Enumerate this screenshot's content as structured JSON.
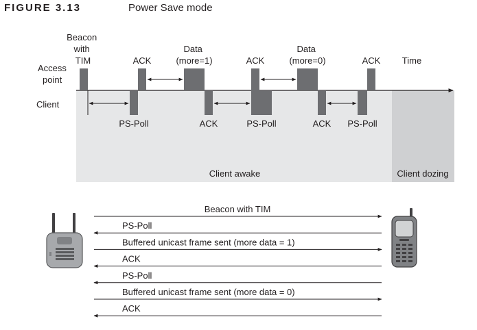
{
  "figure": {
    "label": "FIGURE 3.13",
    "title": "Power Save mode"
  },
  "timeline": {
    "access_point_label": [
      "Access",
      "point"
    ],
    "client_label": "Client",
    "time_label": "Time",
    "beacon_label": [
      "Beacon",
      "with",
      "TIM"
    ],
    "ap_labels": {
      "ack1": "ACK",
      "data1": [
        "Data",
        "(more=1)"
      ],
      "ack2": "ACK",
      "data2": [
        "Data",
        "(more=0)"
      ],
      "ack3": "ACK"
    },
    "client_labels": {
      "pspoll1": "PS-Poll",
      "ack1": "ACK",
      "pspoll2": "PS-Poll",
      "ack2": "ACK",
      "pspoll3": "PS-Poll"
    },
    "awake_label": "Client awake",
    "dozing_label": "Client dozing"
  },
  "exchange": {
    "messages": [
      {
        "label": "Beacon with TIM",
        "direction": "to-client"
      },
      {
        "label": "PS-Poll",
        "direction": "to-ap"
      },
      {
        "label": "Buffered unicast frame sent (more data = 1)",
        "direction": "to-client"
      },
      {
        "label": "ACK",
        "direction": "to-ap"
      },
      {
        "label": "PS-Poll",
        "direction": "to-ap"
      },
      {
        "label": "Buffered unicast frame sent (more data = 0)",
        "direction": "to-client"
      },
      {
        "label": "ACK",
        "direction": "to-ap"
      }
    ],
    "devices": {
      "ap": "access-point-device",
      "client": "mobile-phone-device"
    }
  },
  "colors": {
    "awake_region": "#e6e7e8",
    "dozing_region": "#cfd0d2",
    "frame": "#6d6e71",
    "line": "#231f20"
  }
}
